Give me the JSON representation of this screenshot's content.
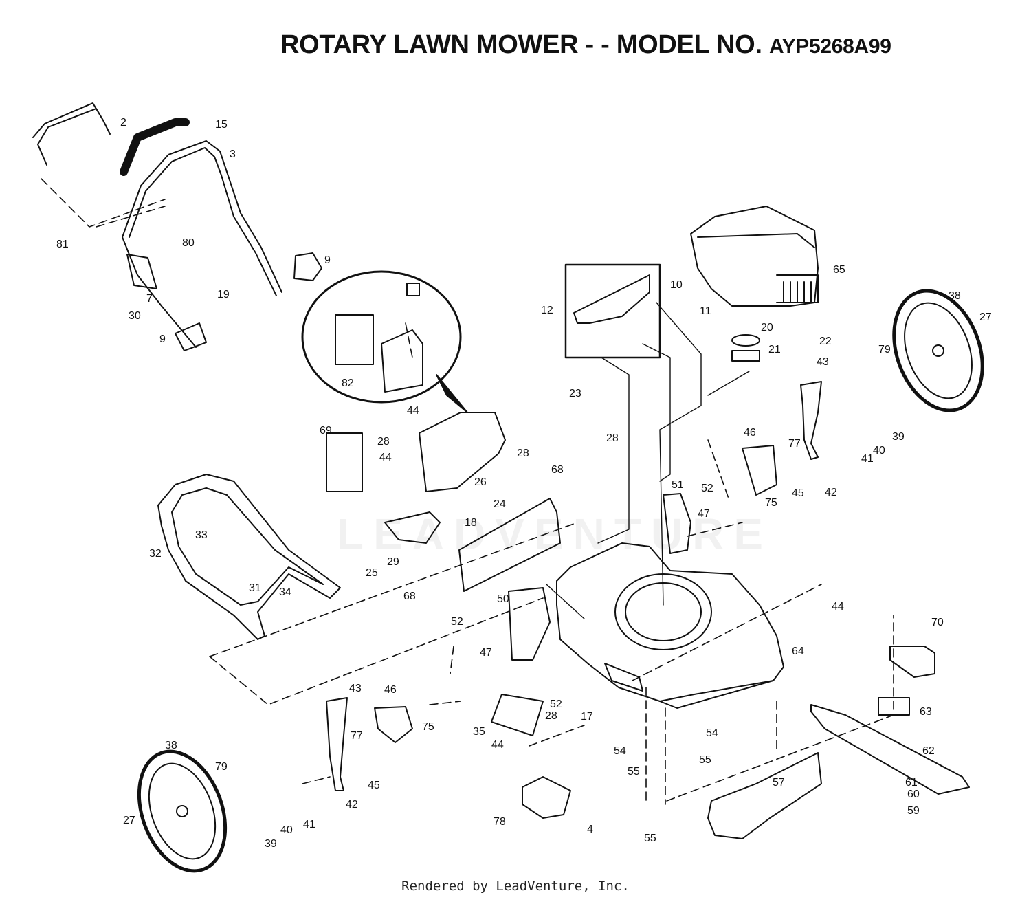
{
  "header": {
    "title_main": "ROTARY LAWN MOWER - - MODEL NO.",
    "title_model": "AYP5268A99"
  },
  "footer": {
    "credit": "Rendered by LeadVenture, Inc."
  },
  "watermark": {
    "text": "LEADVENTURE"
  },
  "colors": {
    "ink": "#111111",
    "background": "#ffffff"
  },
  "callouts": [
    "2",
    "15",
    "3",
    "81",
    "80",
    "9",
    "7",
    "19",
    "30",
    "9",
    "82",
    "10",
    "11",
    "65",
    "12",
    "20",
    "21",
    "22",
    "43",
    "38",
    "27",
    "79",
    "39",
    "40",
    "41",
    "42",
    "77",
    "45",
    "44",
    "28",
    "44",
    "23",
    "28",
    "28",
    "69",
    "26",
    "68",
    "24",
    "18",
    "29",
    "25",
    "68",
    "46",
    "52",
    "51",
    "47",
    "75",
    "33",
    "32",
    "31",
    "34",
    "50",
    "44",
    "64",
    "52",
    "47",
    "43",
    "46",
    "75",
    "35",
    "52",
    "28",
    "17",
    "54",
    "55",
    "54",
    "55",
    "70",
    "63",
    "62",
    "61",
    "60",
    "59",
    "38",
    "79",
    "27",
    "77",
    "45",
    "42",
    "40",
    "41",
    "39",
    "44",
    "78",
    "4",
    "57",
    "55"
  ]
}
